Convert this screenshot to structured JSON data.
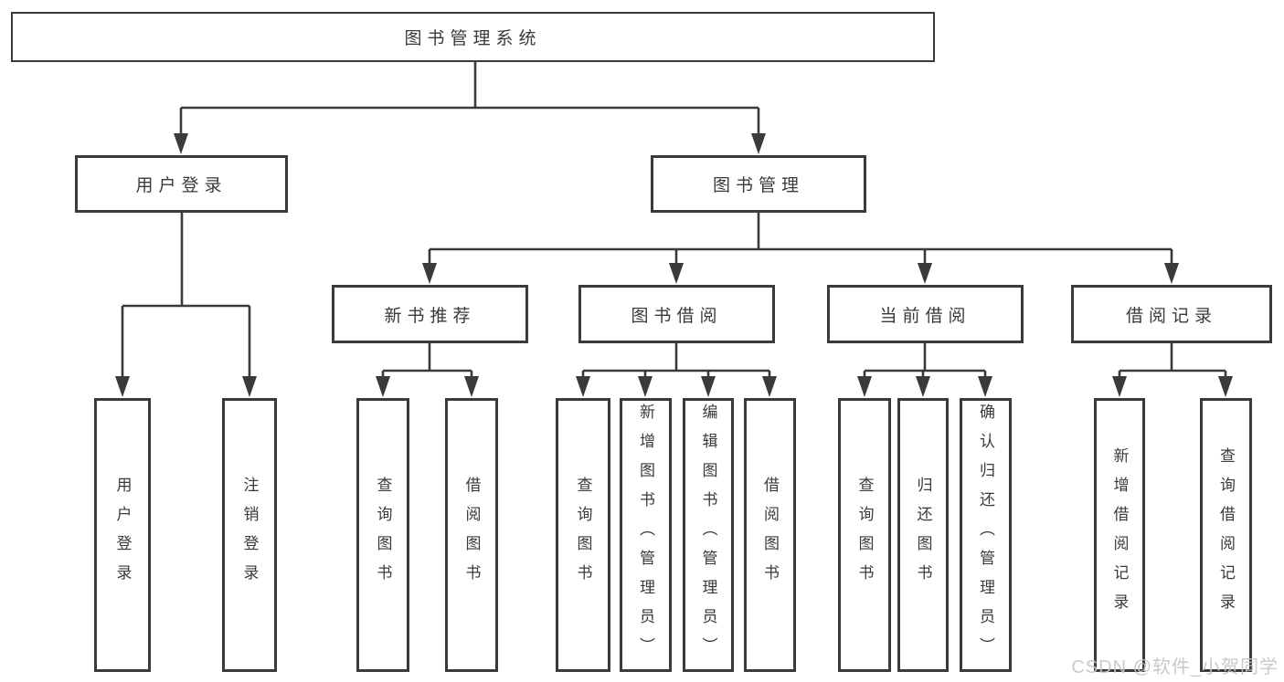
{
  "diagram": {
    "root": {
      "label": "图书管理系统"
    },
    "branches": [
      {
        "label": "用户登录",
        "children": [
          {
            "label": "用户登录"
          },
          {
            "label": "注销登录"
          }
        ]
      },
      {
        "label": "图书管理",
        "children": [
          {
            "label": "新书推荐",
            "children": [
              {
                "label": "查询图书"
              },
              {
                "label": "借阅图书"
              }
            ]
          },
          {
            "label": "图书借阅",
            "children": [
              {
                "label": "查询图书"
              },
              {
                "label": "新增图书（管理员）"
              },
              {
                "label": "编辑图书（管理员）"
              },
              {
                "label": "借阅图书"
              }
            ]
          },
          {
            "label": "当前借阅",
            "children": [
              {
                "label": "查询图书"
              },
              {
                "label": "归还图书"
              },
              {
                "label": "确认归还（管理员）"
              }
            ]
          },
          {
            "label": "借阅记录",
            "children": [
              {
                "label": "新增借阅记录"
              },
              {
                "label": "查询借阅记录"
              }
            ]
          }
        ]
      }
    ]
  },
  "watermark": {
    "text": "CSDN @软件_小贺同学"
  },
  "colors": {
    "line": "#3a3a3a",
    "text": "#3a3a3a",
    "watermark": "#c5c5c5",
    "background": "#ffffff"
  }
}
